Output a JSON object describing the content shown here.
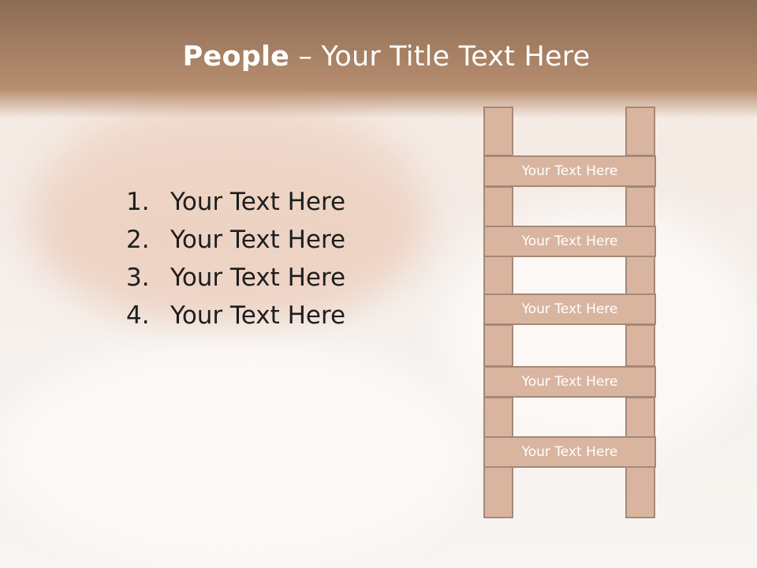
{
  "title": {
    "bold": "People",
    "rest": " – Your Title Text Here"
  },
  "list": {
    "items": [
      {
        "num": "1.",
        "text": "Your Text Here"
      },
      {
        "num": "2.",
        "text": "Your Text Here"
      },
      {
        "num": "3.",
        "text": "Your Text Here"
      },
      {
        "num": "4.",
        "text": "Your Text Here"
      }
    ]
  },
  "ladder": {
    "rungs": [
      {
        "label": "Your Text Here"
      },
      {
        "label": "Your Text Here"
      },
      {
        "label": "Your Text Here"
      },
      {
        "label": "Your Text Here"
      },
      {
        "label": "Your Text Here"
      }
    ]
  },
  "colors": {
    "header": "#a37e62",
    "ladder_fill": "#d9b5a0",
    "ladder_border": "#a58877"
  }
}
